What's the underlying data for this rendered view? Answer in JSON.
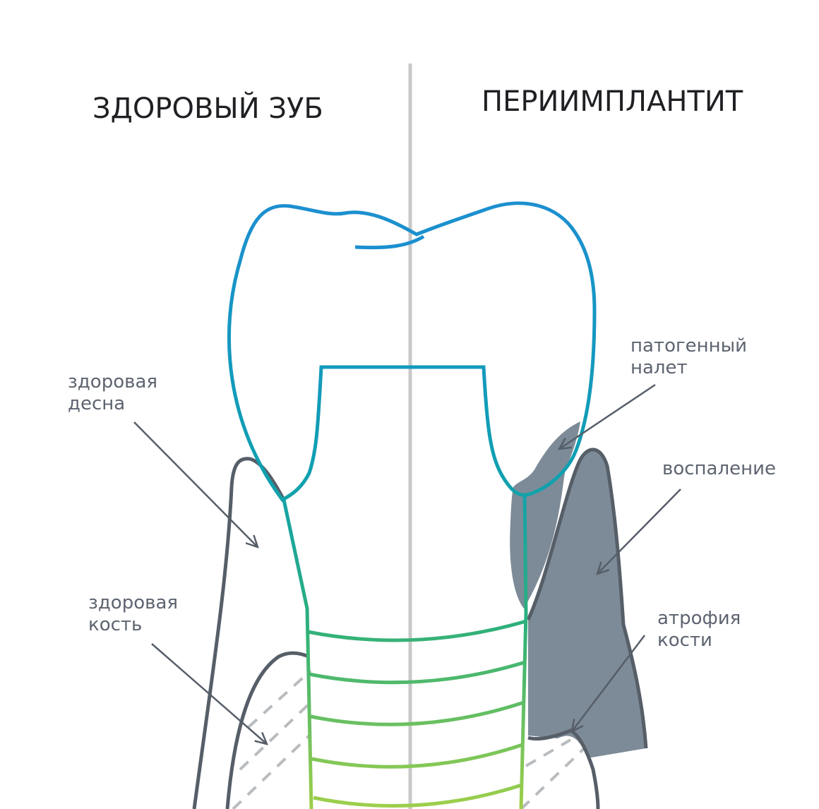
{
  "titles": {
    "left": "ЗДОРОВЫЙ ЗУБ",
    "right": "ПЕРИИМПЛАНТИТ"
  },
  "labels": {
    "healthy_gum": [
      "здоровая",
      "десна"
    ],
    "healthy_bone": [
      "здоровая",
      "кость"
    ],
    "pathogenic_plaque": [
      "патогенный",
      "налет"
    ],
    "inflammation": [
      "воспаление"
    ],
    "bone_atrophy": [
      "атрофия",
      "кости"
    ]
  },
  "colors": {
    "divider": "#c8c8c8",
    "outline_dark": "#565e68",
    "inflamed_fill": "#7d8b98",
    "crown_top": "#1c8fd0",
    "crown_mid": "#14a99a",
    "implant_threads": "#8cc653",
    "bone_hatch": "#b9bcbf",
    "label_text": "#5d6470",
    "heading_text": "#1f2023"
  }
}
